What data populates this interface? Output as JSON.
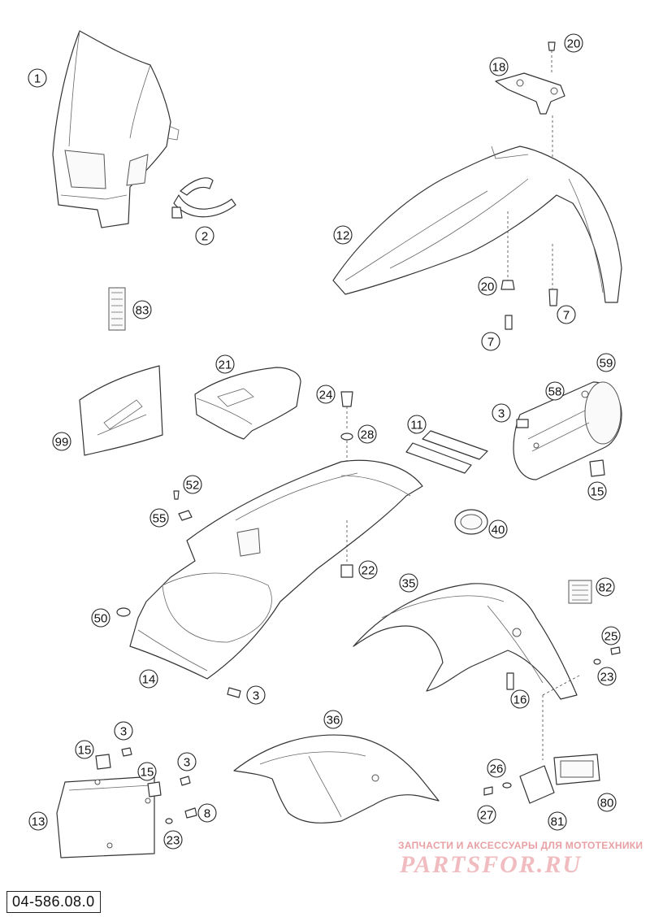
{
  "diagram": {
    "code": "04-586.08.0",
    "callouts": [
      "1",
      "2",
      "83",
      "99",
      "21",
      "18",
      "20",
      "12",
      "20",
      "7",
      "7",
      "24",
      "28",
      "11",
      "3",
      "58",
      "59",
      "15",
      "52",
      "55",
      "40",
      "22",
      "35",
      "82",
      "50",
      "14",
      "3",
      "25",
      "23",
      "16",
      "36",
      "3",
      "15",
      "15",
      "3",
      "8",
      "13",
      "23",
      "26",
      "27",
      "81",
      "80"
    ]
  },
  "watermark": {
    "tagline": "ЗАПЧАСТИ И АКСЕССУАРЫ ДЛЯ МОТОТЕХНИКИ",
    "brand": "PARTSFOR.RU"
  }
}
